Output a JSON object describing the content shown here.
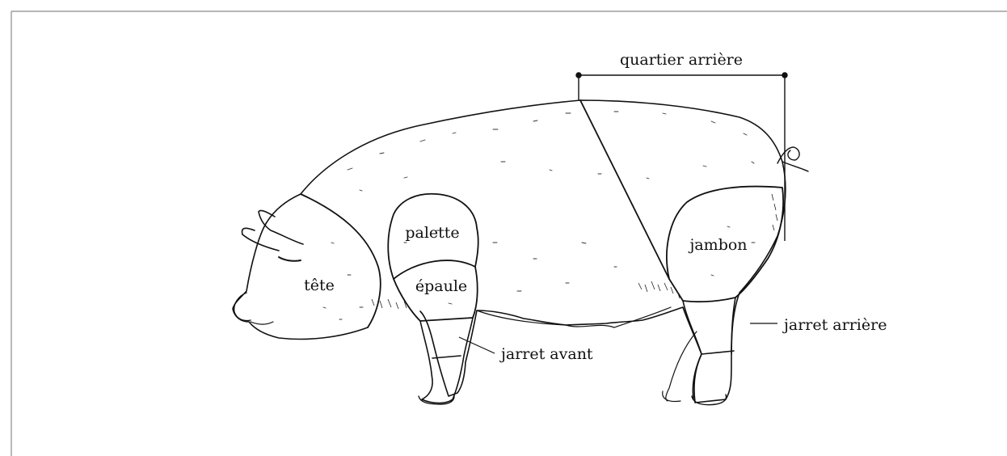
{
  "diagram": {
    "labels": {
      "quartier_arriere": "quartier arrière",
      "palette": "palette",
      "tete": "tête",
      "epaule": "épaule",
      "jambon": "jambon",
      "jarret_arriere": "jarret arrière",
      "jarret_avant": "jarret avant"
    }
  },
  "colors": {
    "ink": "#111111",
    "frame": "#8a8a8a",
    "background": "#ffffff"
  }
}
